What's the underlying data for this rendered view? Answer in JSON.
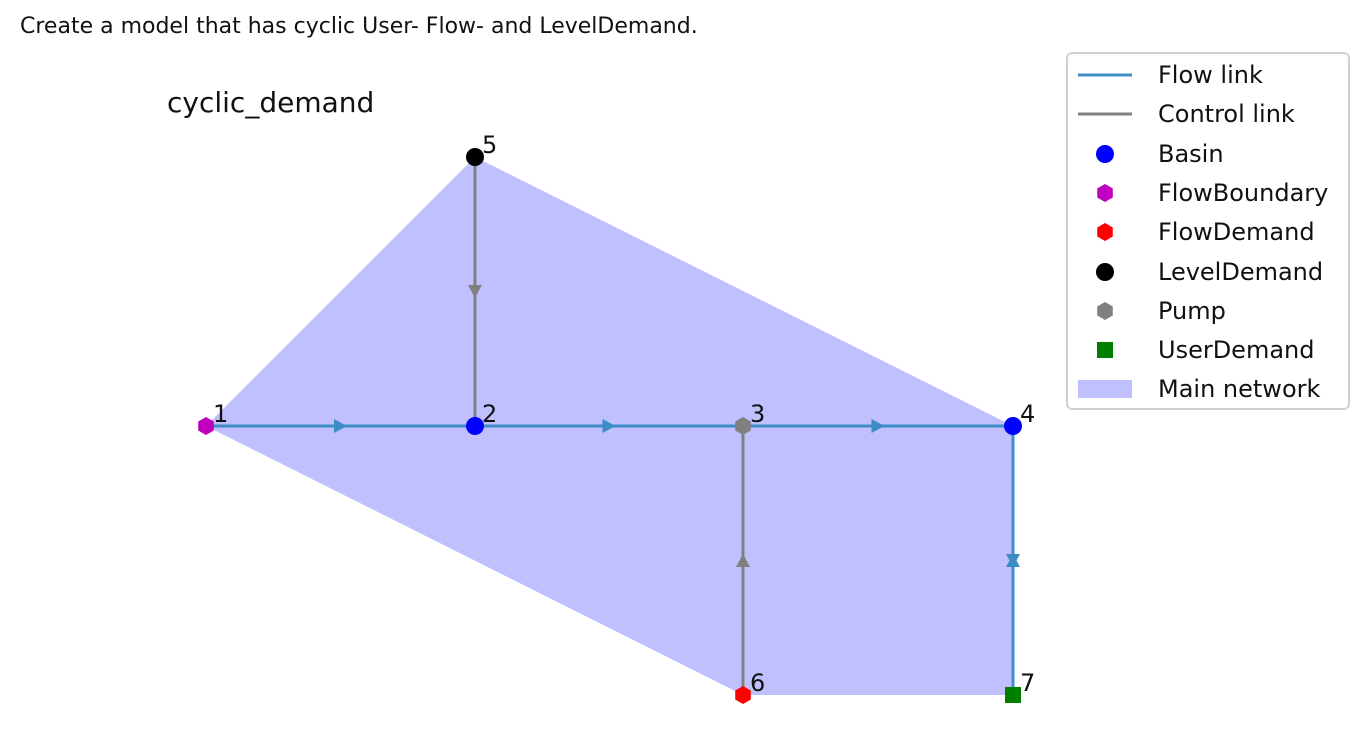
{
  "caption": "Create a model that has cyclic User- Flow- and LevelDemand.",
  "title": "cyclic_demand",
  "colors": {
    "flow_link": "#3b8dc4",
    "control_link": "#808080",
    "network_fill": "#c0c0ff",
    "Basin": "#0000ff",
    "FlowBoundary": "#bf00bf",
    "FlowDemand": "#ff0000",
    "LevelDemand": "#000000",
    "Pump": "#808080",
    "UserDemand": "#008000"
  },
  "nodes": [
    {
      "id": "1",
      "type": "FlowBoundary"
    },
    {
      "id": "2",
      "type": "Basin"
    },
    {
      "id": "3",
      "type": "Pump"
    },
    {
      "id": "4",
      "type": "Basin"
    },
    {
      "id": "5",
      "type": "LevelDemand"
    },
    {
      "id": "6",
      "type": "FlowDemand"
    },
    {
      "id": "7",
      "type": "UserDemand"
    }
  ],
  "links": [
    {
      "from": "1",
      "to": "2",
      "kind": "flow"
    },
    {
      "from": "2",
      "to": "3",
      "kind": "flow"
    },
    {
      "from": "3",
      "to": "4",
      "kind": "flow"
    },
    {
      "from": "4",
      "to": "7",
      "kind": "flow"
    },
    {
      "from": "7",
      "to": "4",
      "kind": "flow"
    },
    {
      "from": "5",
      "to": "2",
      "kind": "control"
    },
    {
      "from": "6",
      "to": "3",
      "kind": "control"
    }
  ],
  "legend": [
    {
      "label": "Flow link",
      "symbol": "line",
      "color_key": "flow_link"
    },
    {
      "label": "Control link",
      "symbol": "line",
      "color_key": "control_link"
    },
    {
      "label": "Basin",
      "symbol": "circle",
      "color_key": "Basin"
    },
    {
      "label": "FlowBoundary",
      "symbol": "hexagon",
      "color_key": "FlowBoundary"
    },
    {
      "label": "FlowDemand",
      "symbol": "hexagon",
      "color_key": "FlowDemand"
    },
    {
      "label": "LevelDemand",
      "symbol": "circle",
      "color_key": "LevelDemand"
    },
    {
      "label": "Pump",
      "symbol": "hexagon",
      "color_key": "Pump"
    },
    {
      "label": "UserDemand",
      "symbol": "square",
      "color_key": "UserDemand"
    },
    {
      "label": "Main network",
      "symbol": "patch",
      "color_key": "network_fill"
    }
  ]
}
